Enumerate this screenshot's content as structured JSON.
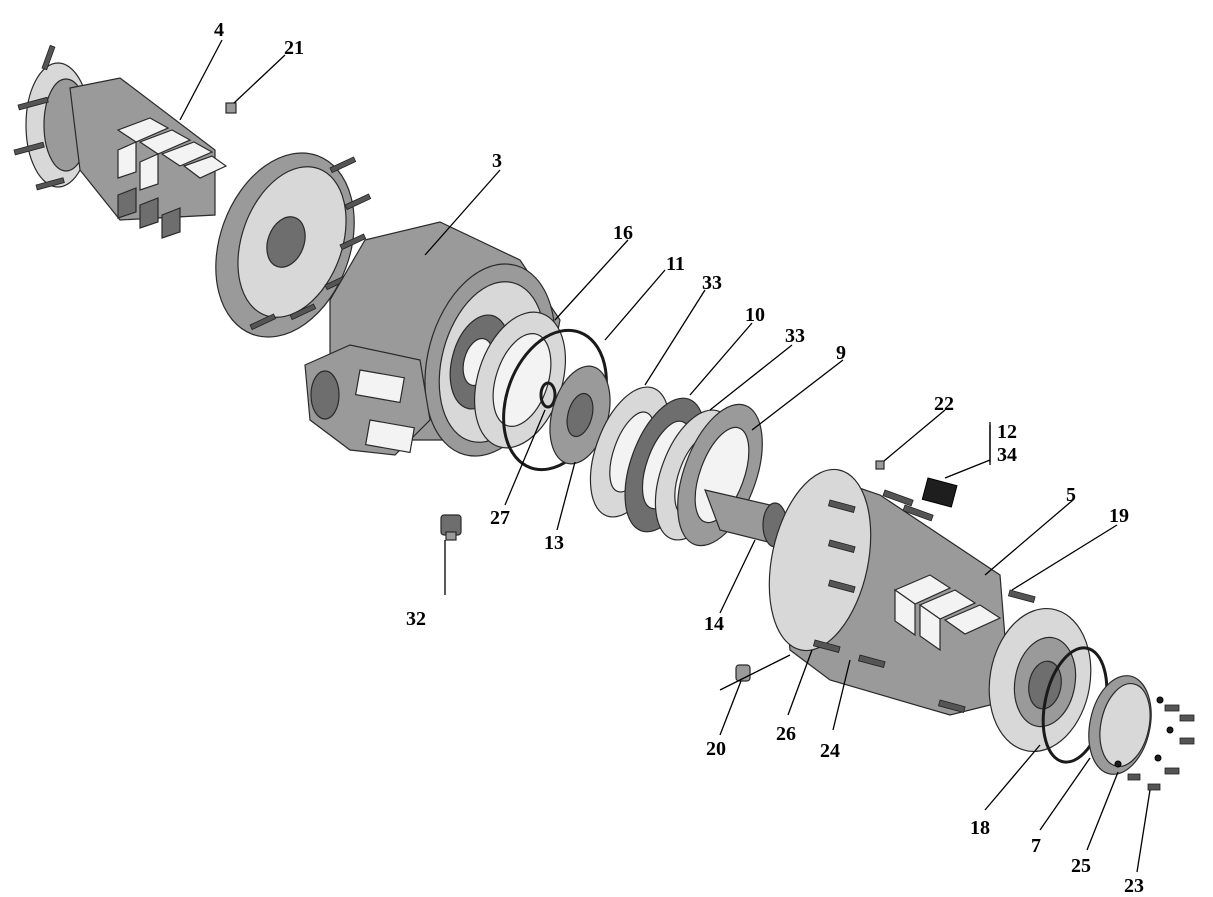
{
  "labels": {
    "l3": "3",
    "l4": "4",
    "l5": "5",
    "l7": "7",
    "l9": "9",
    "l10": "10",
    "l11": "11",
    "l12": "12",
    "l13": "13",
    "l14": "14",
    "l16": "16",
    "l18": "18",
    "l19": "19",
    "l20": "20",
    "l21": "21",
    "l22": "22",
    "l23": "23",
    "l24": "24",
    "l25": "25",
    "l26": "26",
    "l27": "27",
    "l32": "32",
    "l33a": "33",
    "l33b": "33",
    "l34": "34"
  }
}
